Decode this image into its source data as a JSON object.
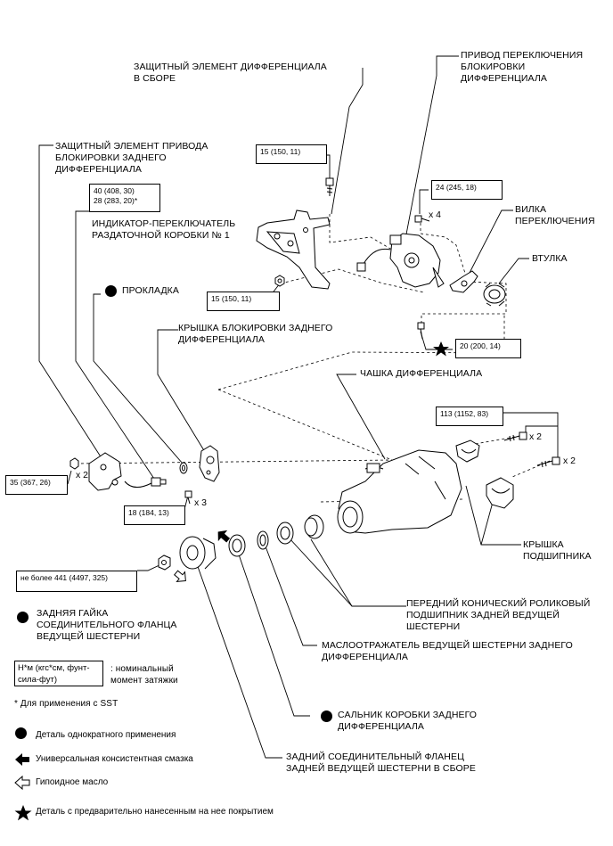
{
  "labels": {
    "diff_guard_assy": "ЗАЩИТНЫЙ ЭЛЕМЕНТ ДИФФЕРЕНЦИАЛА\nВ СБОРЕ",
    "lock_actuator": "ПРИВОД ПЕРЕКЛЮЧЕНИЯ\nБЛОКИРОВКИ\nДИФФЕРЕНЦИАЛА",
    "actuator_guard": "ЗАЩИТНЫЙ ЭЛЕМЕНТ ПРИВОДА\nБЛОКИРОВКИ ЗАДНЕГО\nДИФФЕРЕНЦИАЛА",
    "indicator_switch": "ИНДИКАТОР-ПЕРЕКЛЮЧАТЕЛЬ\nРАЗДАТОЧНОЙ КОРОБКИ № 1",
    "shift_fork": "ВИЛКА\nПЕРЕКЛЮЧЕНИЯ",
    "sleeve": "ВТУЛКА",
    "gasket": "ПРОКЛАДКА",
    "lock_cover": "КРЫШКА БЛОКИРОВКИ ЗАДНЕГО\nДИФФЕРЕНЦИАЛА",
    "diff_case": "ЧАШКА ДИФФЕРЕНЦИАЛА",
    "bearing_cap": "КРЫШКА\nПОДШИПНИКА",
    "front_bearing": "ПЕРЕДНИЙ КОНИЧЕСКИЙ РОЛИКОВЫЙ\nПОДШИПНИК ЗАДНЕЙ ВЕДУЩЕЙ\nШЕСТЕРНИ",
    "oil_slinger": "МАСЛООТРАЖАТЕЛЬ ВЕДУЩЕЙ ШЕСТЕРНИ ЗАДНЕГО\nДИФФЕРЕНЦИАЛА",
    "rear_nut": "ЗАДНЯЯ ГАЙКА\nСОЕДИНИТЕЛЬНОГО ФЛАНЦА\nВЕДУЩЕЙ ШЕСТЕРНИ",
    "oil_seal": "САЛЬНИК КОРОБКИ ЗАДНЕГО\nДИФФЕРЕНЦИАЛА",
    "flange_assy": "ЗАДНИЙ СОЕДИНИТЕЛЬНЫЙ ФЛАНЕЦ\nЗАДНЕЙ ВЕДУЩЕЙ ШЕСТЕРНИ В СБОРЕ"
  },
  "torques": {
    "t_15_top": "15 (150, 11)",
    "t_40": "40 (408, 30)\n28 (283, 20)*",
    "t_24": "24 (245, 18)",
    "t_15_mid": "15 (150, 11)",
    "t_20": "20 (200, 14)",
    "t_113": "113 (1152, 83)",
    "t_35": "35 (367, 26)",
    "t_18": "18 (184, 13)",
    "t_441": "не более 441 (4497, 325)"
  },
  "multipliers": {
    "x4": "x 4",
    "x2_a": "x 2",
    "x2_b": "x 2",
    "x2_c": "x 2",
    "x3": "x 3"
  },
  "legend": {
    "unit_box": "Н*м (кгс*см, фунт-\nсила-фут)",
    "unit_desc": ": номинальный\nмомент затяжки",
    "sst_note": "* Для применения с SST",
    "non_reusable": "Деталь однократного применения",
    "grease": "Универсальная консистентная смазка",
    "hypoid_oil": "Гипоидное масло",
    "precoated": "Деталь с предварительно нанесенным на нее покрытием"
  }
}
